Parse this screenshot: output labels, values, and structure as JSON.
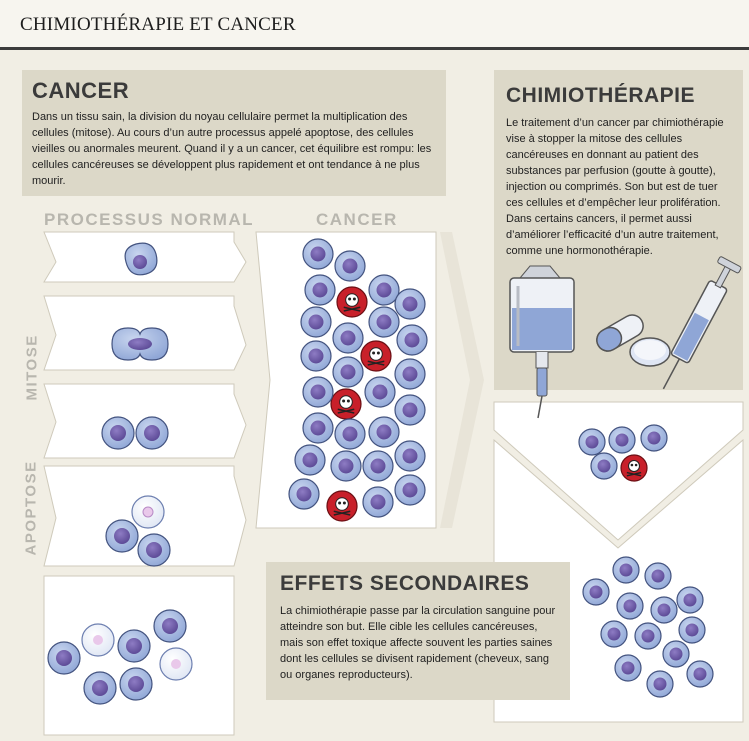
{
  "header": {
    "title": "CHIMIOTHÉRAPIE ET CANCER"
  },
  "cancer_box": {
    "title": "CANCER",
    "text": "Dans un tissu sain, la division du noyau cellulaire permet la multiplication des cellules (mitose). Au cours d’un autre processus appelé apoptose, des cellules vieilles ou anormales meurent. Quand il y a un cancer, cet équilibre est rompu: les cellules cancéreuses se développent plus rapidement et ont tendance à ne plus mourir."
  },
  "chemo_box": {
    "title": "CHIMIOTHÉRAPIE",
    "text": "Le traitement d’un cancer par chimiothérapie vise à stopper la mitose des cellules cancéreuses en donnant au patient des substances par perfusion (goutte à goutte), injection ou comprimés. Son but est de tuer ces cellules et d’empêcher leur prolifération. Dans certains cancers, il permet aussi d’améliorer l’efficacité d’un autre traitement, comme une hormonothérapie."
  },
  "side_effects_box": {
    "title": "EFFETS SECONDAIRES",
    "text": "La chimiothérapie passe par la circulation sanguine pour atteindre son but. Elle cible les cellules cancéreuses, mais son effet toxique affecte souvent les parties saines dont les cellules se divisent rapidement (cheveux, sang ou organes reproducteurs)."
  },
  "labels": {
    "normal_process": "PROCESSUS NORMAL",
    "cancer": "CANCER",
    "mitose": "MITOSE",
    "apoptose": "APOPTOSE"
  },
  "colors": {
    "cell_fill": "#9fb4dc",
    "cell_edge": "#43537f",
    "nucleus": "#6e5aa6",
    "cancer_cell": "#c8202a",
    "panel": "#ffffff",
    "box": "#dcd8c8"
  },
  "icons": [
    "iv-bag-icon",
    "pill-capsule-icon",
    "pill-tablet-icon",
    "syringe-icon",
    "skull-icon"
  ]
}
